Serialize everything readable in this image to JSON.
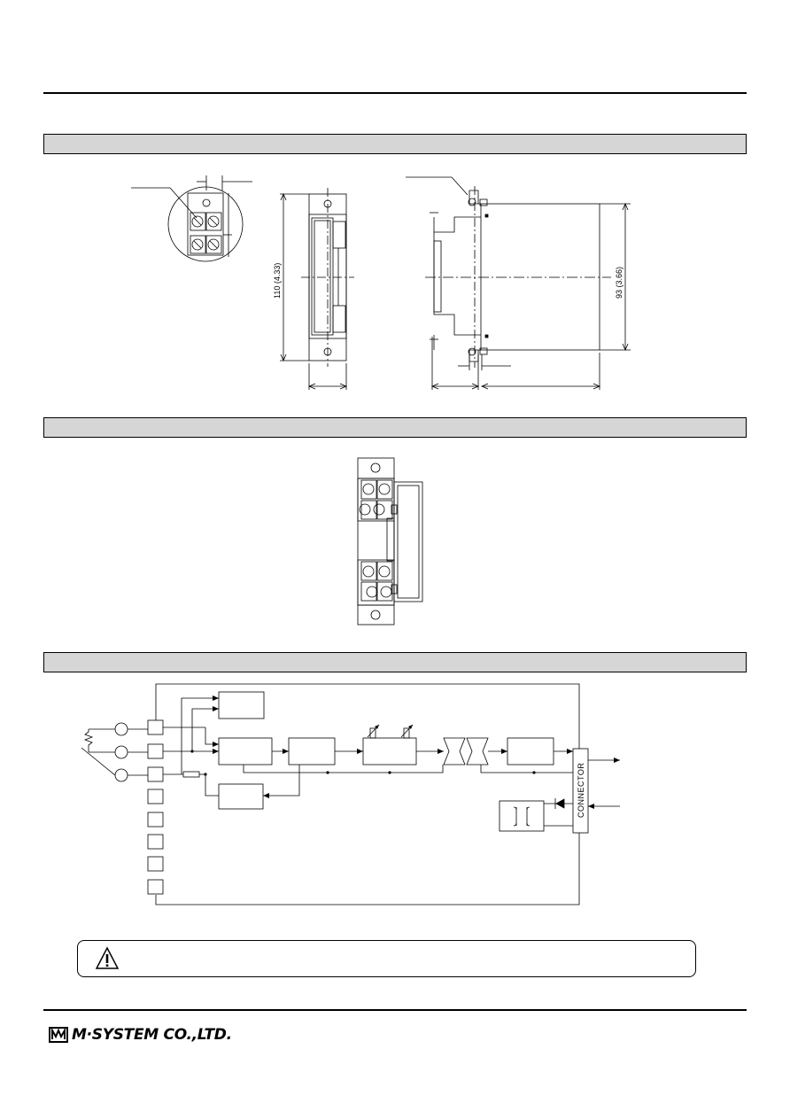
{
  "dimensions": {
    "height_label": "110 (4.33)",
    "side_height_label": "93 (3.66)"
  },
  "block_diagram": {
    "connector_label": "CONNECTOR"
  },
  "footer": {
    "company_name": "M·SYSTEM CO.,LTD."
  },
  "icons": {
    "warning": "warning-triangle-icon",
    "logo": "m-system-logo-icon"
  },
  "colors": {
    "section_bar": "#d6d6d6",
    "line": "#000000"
  }
}
